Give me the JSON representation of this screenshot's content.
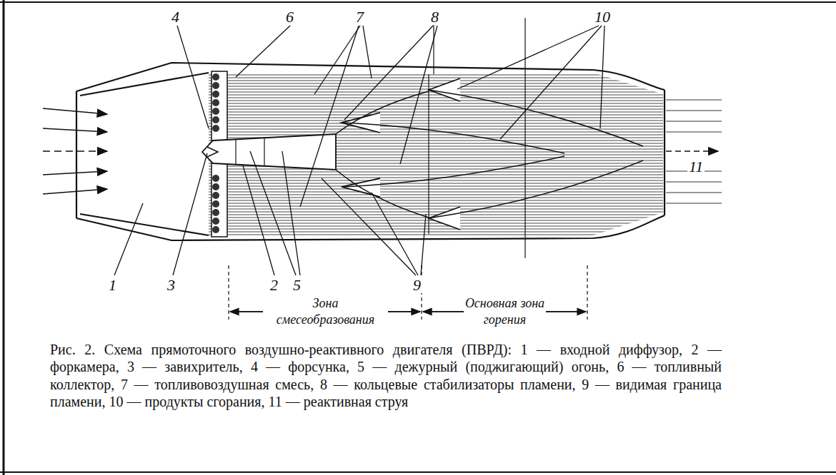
{
  "diagram": {
    "caption": "Рис. 2. Схема прямоточного воздушно-реактивного двигателя (ПВРД): 1 — входной диффузор, 2 — форкамера, 3 — завихритель, 4 — форсунка, 5 — дежурный (поджигающий) огонь, 6 — топливный коллектор, 7 — топливовоздушная смесь, 8 — кольцевые стабилизаторы пламени, 9 — видимая граница пламени, 10 — продукты сгорания, 11 — реактивная струя",
    "labels": [
      "4",
      "6",
      "7",
      "8",
      "10",
      "11",
      "1",
      "3",
      "2",
      "5",
      "9",
      "Зона смесеобразования",
      "Основная зона горения"
    ]
  }
}
